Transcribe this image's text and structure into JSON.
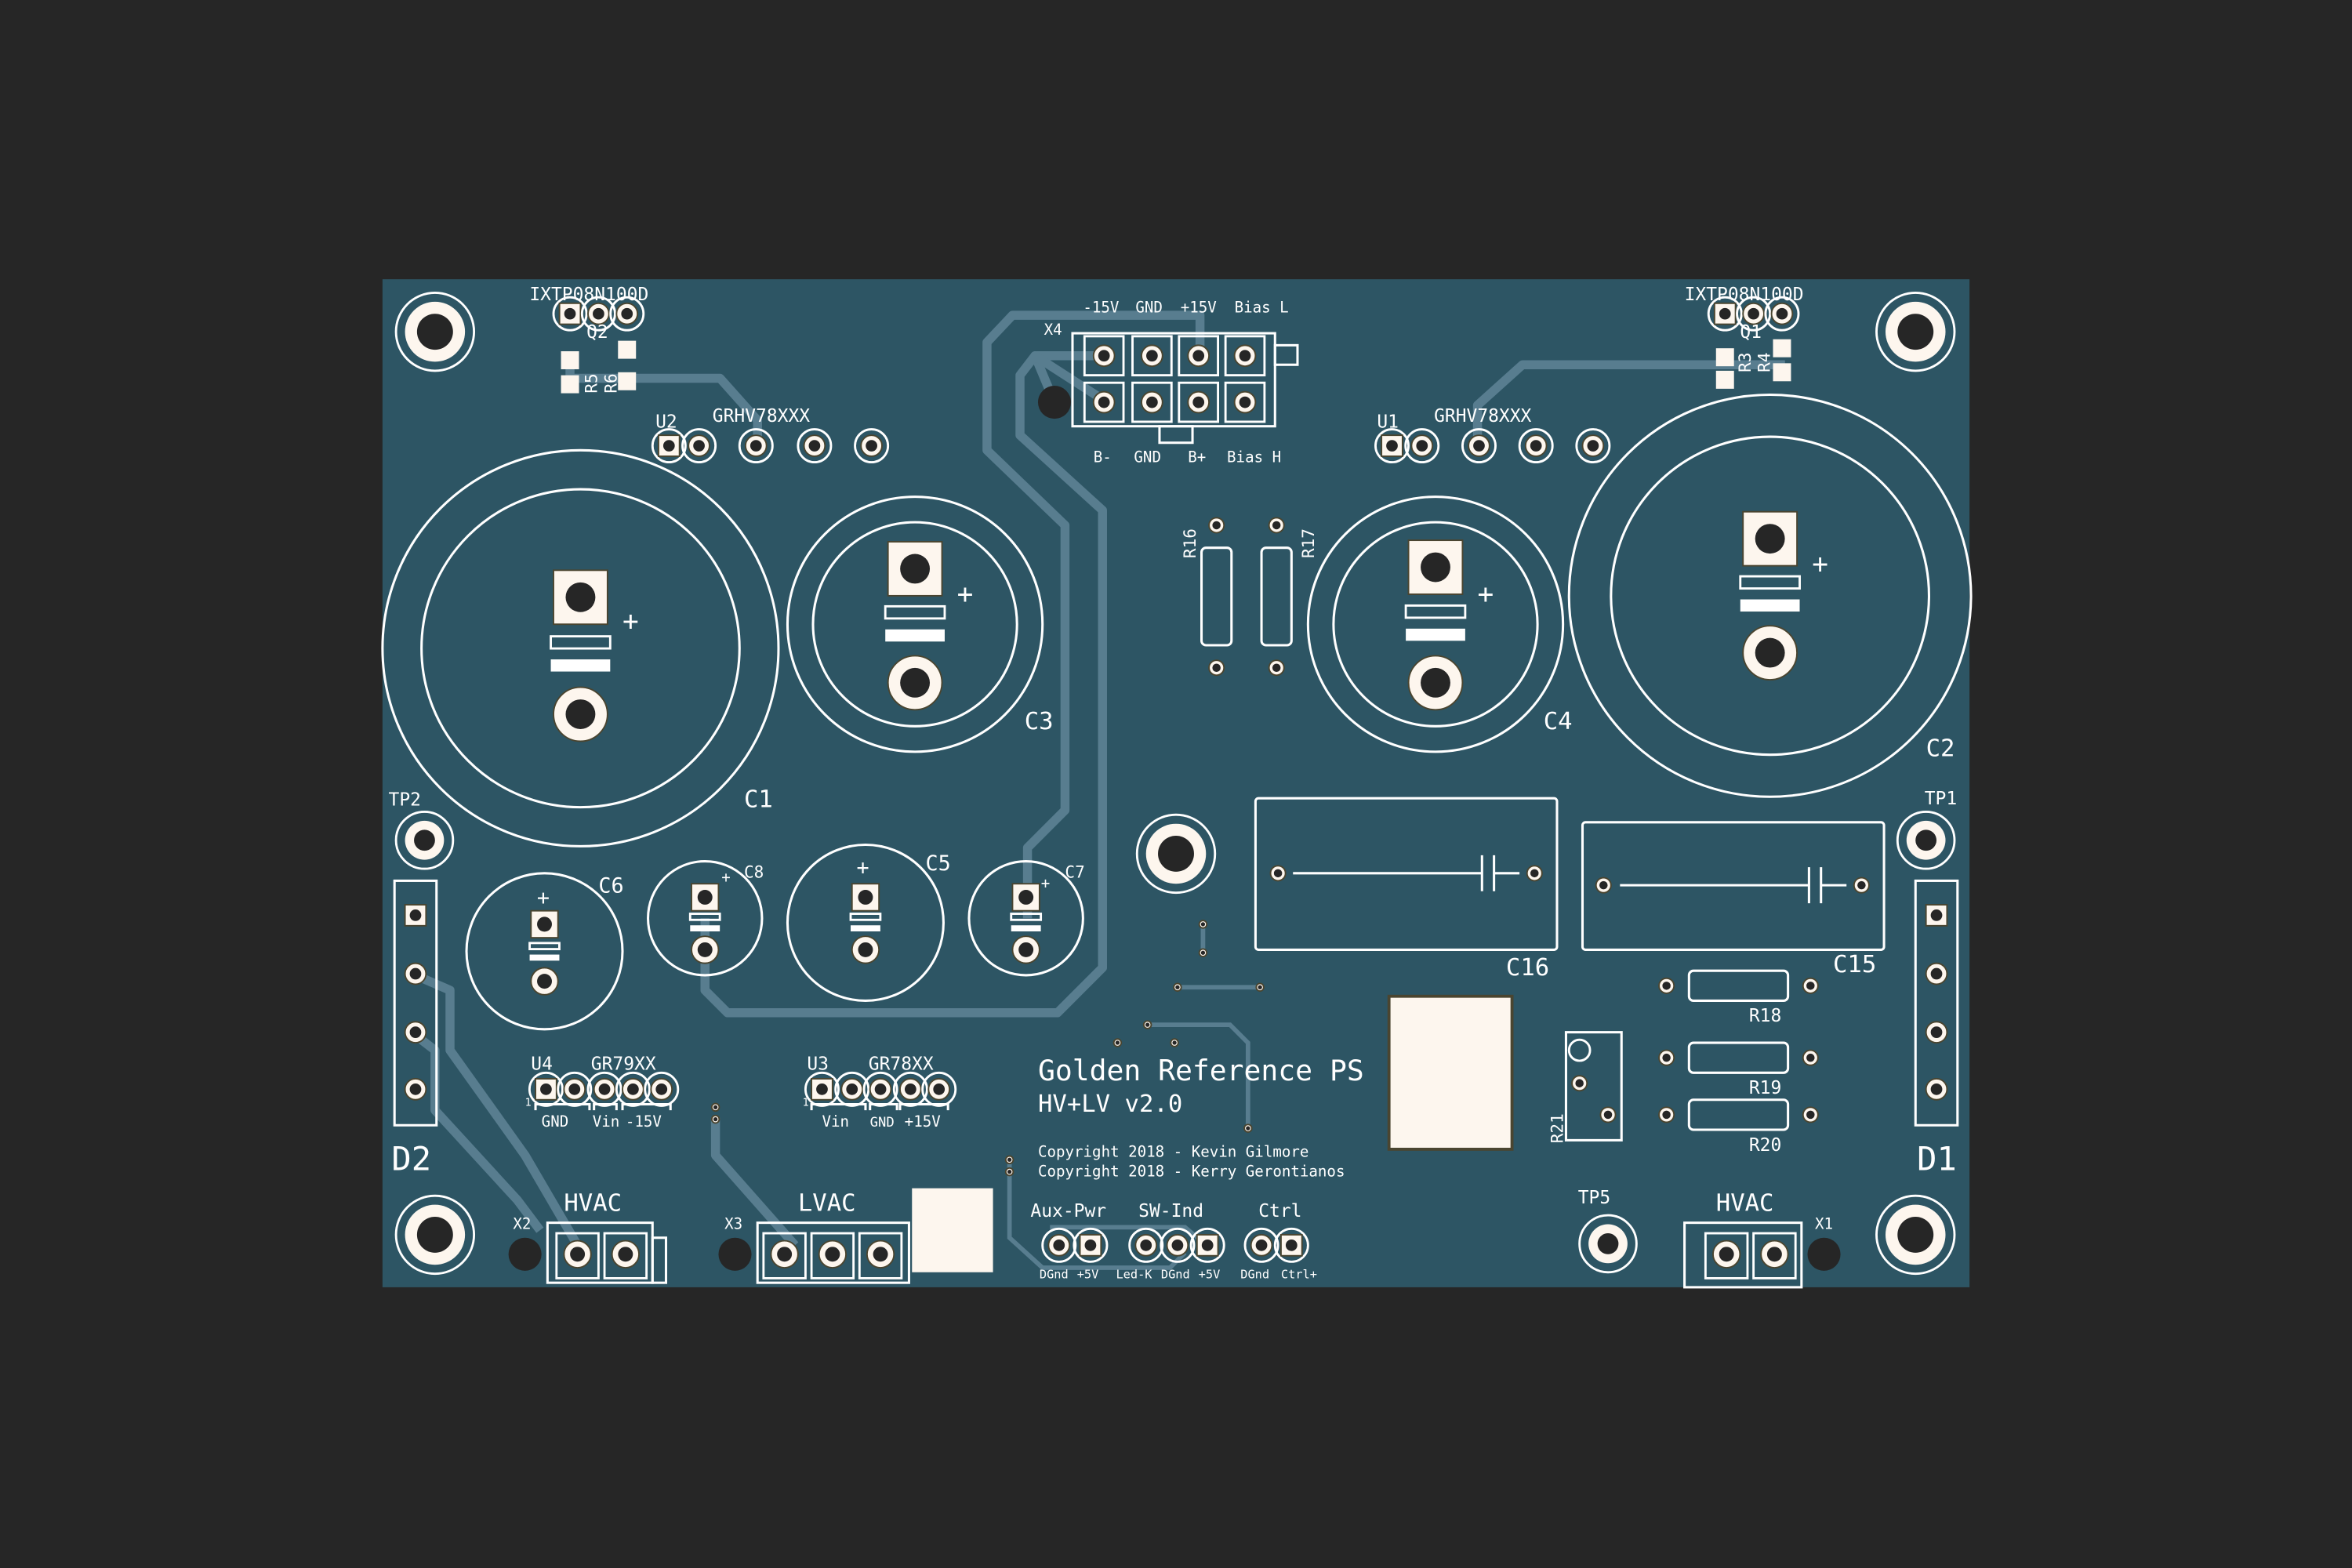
{
  "colors": {
    "background": "#262626",
    "board": "#2d5564",
    "silkscreen": "#ffffff",
    "trace": "#587d8f",
    "pad": "#fdf6ee",
    "drill": "#262626"
  },
  "board": {
    "title": "Golden Reference PS",
    "subtitle": "HV+LV  v2.0",
    "copyright1": "Copyright 2018 - Kevin Gilmore",
    "copyright2": "Copyright 2018 - Kerry Gerontianos"
  },
  "components": {
    "q2": {
      "ref": "Q2",
      "value": "IXTP08N100D"
    },
    "q1": {
      "ref": "Q1",
      "value": "IXTP08N100D"
    },
    "r5": "R5",
    "r6": "R6",
    "r3": "R3",
    "r4": "R4",
    "u2": {
      "ref": "U2",
      "value": "GRHV78XXX"
    },
    "u1": {
      "ref": "U1",
      "value": "GRHV78XXX"
    },
    "x4": {
      "ref": "X4",
      "top_labels": [
        "-15V",
        "GND",
        "+15V",
        "Bias L"
      ],
      "bottom_labels": [
        "B-",
        "GND",
        "B+",
        "Bias H"
      ]
    },
    "c1": "C1",
    "c2": "C2",
    "c3": "C3",
    "c4": "C4",
    "c5": "C5",
    "c6": "C6",
    "c7": "C7",
    "c8": "C8",
    "c15": "C15",
    "c16": "C16",
    "r16": "R16",
    "r17": "R17",
    "r18": "R18",
    "r19": "R19",
    "r20": "R20",
    "r21": "R21",
    "tp1": "TP1",
    "tp2": "TP2",
    "tp5": "TP5",
    "d1": "D1",
    "d2": "D2",
    "u4": {
      "ref": "U4",
      "value": "GR79XX",
      "pins": [
        "GND",
        "Vin",
        "-15V"
      ]
    },
    "u3": {
      "ref": "U3",
      "value": "GR78XX",
      "pins": [
        "Vin",
        "GND",
        "+15V"
      ]
    },
    "x2": {
      "ref": "X2",
      "label": "HVAC"
    },
    "x3": {
      "ref": "X3",
      "label": "LVAC"
    },
    "x1": {
      "ref": "X1",
      "label": "HVAC"
    },
    "aux_pwr": {
      "label": "Aux-Pwr",
      "pins": [
        "DGnd",
        "+5V"
      ]
    },
    "sw_ind": {
      "label": "SW-Ind",
      "pins": [
        "Led-K",
        "DGnd",
        "+5V"
      ]
    },
    "ctrl": {
      "label": "Ctrl",
      "pins": [
        "DGnd",
        "Ctrl+"
      ]
    },
    "pin1": "1"
  }
}
